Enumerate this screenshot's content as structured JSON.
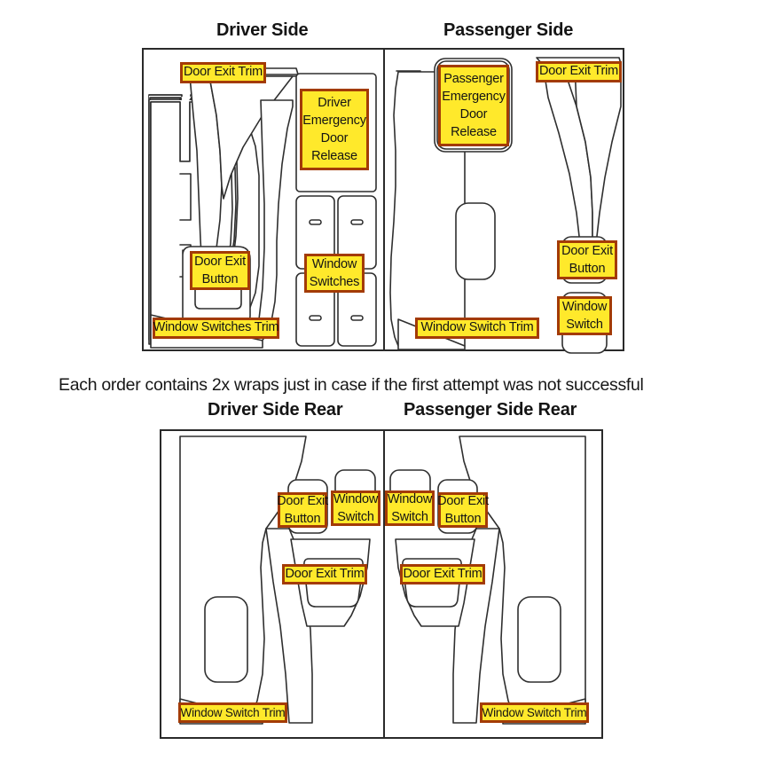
{
  "document": {
    "kind": "vehicle-door-panel-wrap-diagram",
    "note": "Each order contains 2x wraps just in case if the first attempt was not successful"
  },
  "headings": {
    "driver_side": "Driver Side",
    "passenger_side": "Passenger Side",
    "driver_side_rear": "Driver Side Rear",
    "passenger_side_rear": "Passenger Side Rear"
  },
  "front": {
    "driver": {
      "labels": [
        {
          "id": "door-exit-trim",
          "lines": [
            "Door Exit Trim"
          ]
        },
        {
          "id": "door-exit-button",
          "lines": [
            "Door Exit",
            "Button"
          ]
        },
        {
          "id": "window-switches-trim",
          "lines": [
            "Window  Switches Trim"
          ]
        },
        {
          "id": "driver-emergency-door-release",
          "lines": [
            "Driver",
            "Emergency",
            "Door",
            "Release"
          ]
        },
        {
          "id": "window-switches",
          "lines": [
            "Window",
            "Switches"
          ]
        }
      ]
    },
    "passenger": {
      "labels": [
        {
          "id": "passenger-emergency-door-release",
          "lines": [
            "Passenger",
            "Emergency",
            "Door",
            "Release"
          ]
        },
        {
          "id": "door-exit-trim",
          "lines": [
            "Door Exit Trim"
          ]
        },
        {
          "id": "door-exit-button",
          "lines": [
            "Door Exit",
            "Button"
          ]
        },
        {
          "id": "window-switch",
          "lines": [
            "Window",
            "Switch"
          ]
        },
        {
          "id": "window-switch-trim",
          "lines": [
            "Window Switch Trim"
          ]
        }
      ]
    }
  },
  "rear": {
    "driver": {
      "labels": [
        {
          "id": "door-exit-button",
          "lines": [
            "Door Exit",
            "Button"
          ]
        },
        {
          "id": "window-switch",
          "lines": [
            "Window",
            "Switch"
          ]
        },
        {
          "id": "door-exit-trim",
          "lines": [
            "Door Exit Trim"
          ]
        },
        {
          "id": "window-switch-trim",
          "lines": [
            "Window Switch Trim"
          ]
        }
      ]
    },
    "passenger": {
      "labels": [
        {
          "id": "window-switch",
          "lines": [
            "Window",
            "Switch"
          ]
        },
        {
          "id": "door-exit-button",
          "lines": [
            "Door Exit",
            "Button"
          ]
        },
        {
          "id": "door-exit-trim",
          "lines": [
            "Door Exit Trim"
          ]
        },
        {
          "id": "window-switch-trim",
          "lines": [
            "Window Switch Trim"
          ]
        }
      ]
    }
  },
  "colors": {
    "label_fill": "#ffe92b",
    "label_border": "#a33b06",
    "line_art": "#2f2f2f",
    "frame": "#2a2a2a",
    "text": "#141414",
    "background": "#ffffff"
  }
}
